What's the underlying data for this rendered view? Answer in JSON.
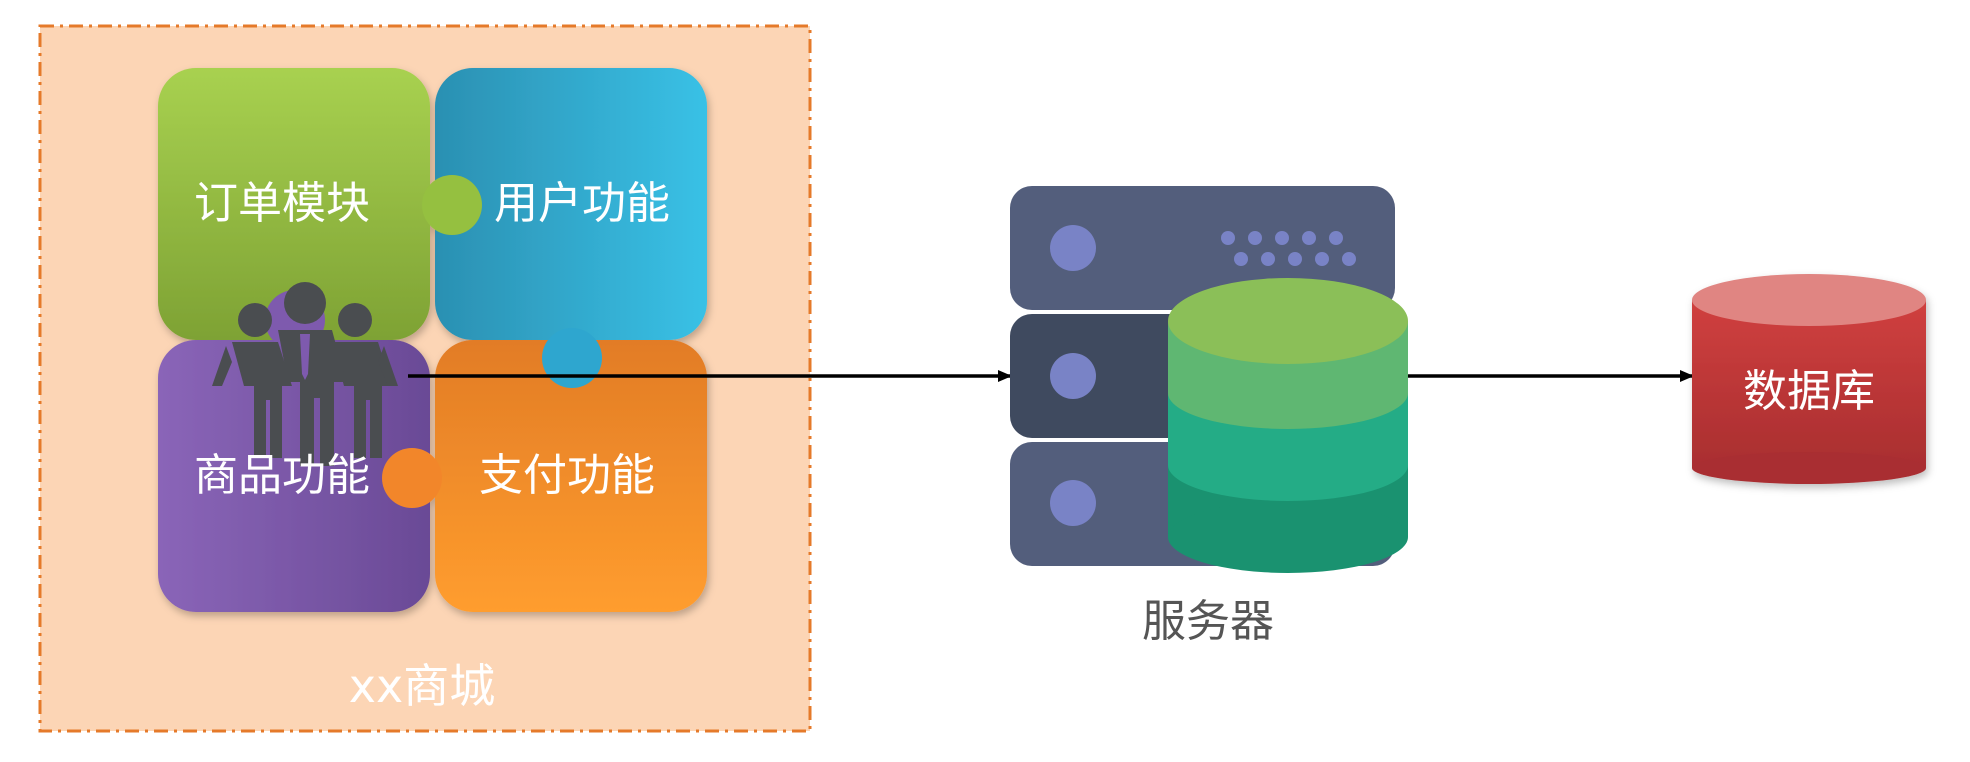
{
  "app": {
    "group_label": "xx商城",
    "modules": {
      "order": "订单模块",
      "user": "用户功能",
      "product": "商品功能",
      "payment": "支付功能"
    }
  },
  "server": {
    "label": "服务器"
  },
  "database": {
    "label": "数据库"
  },
  "colors": {
    "group_fill": "#fcd5b5",
    "group_border": "#e57a2a",
    "order_tile": "#8fbc3c",
    "user_tile": "#2ea8d2",
    "product_tile": "#7b56a8",
    "payment_tile": "#f48a28",
    "server_dark": "#3f4a5f",
    "server_light": "#535e7c",
    "server_led": "#7983c6",
    "disk_top": "#8bbf58",
    "disk_1": "#5fb772",
    "disk_2": "#24ac86",
    "disk_3": "#1a9270",
    "db_body": "#c0393c",
    "db_top": "#e08582",
    "people": "#4a4d50",
    "arrow": "#000000"
  }
}
